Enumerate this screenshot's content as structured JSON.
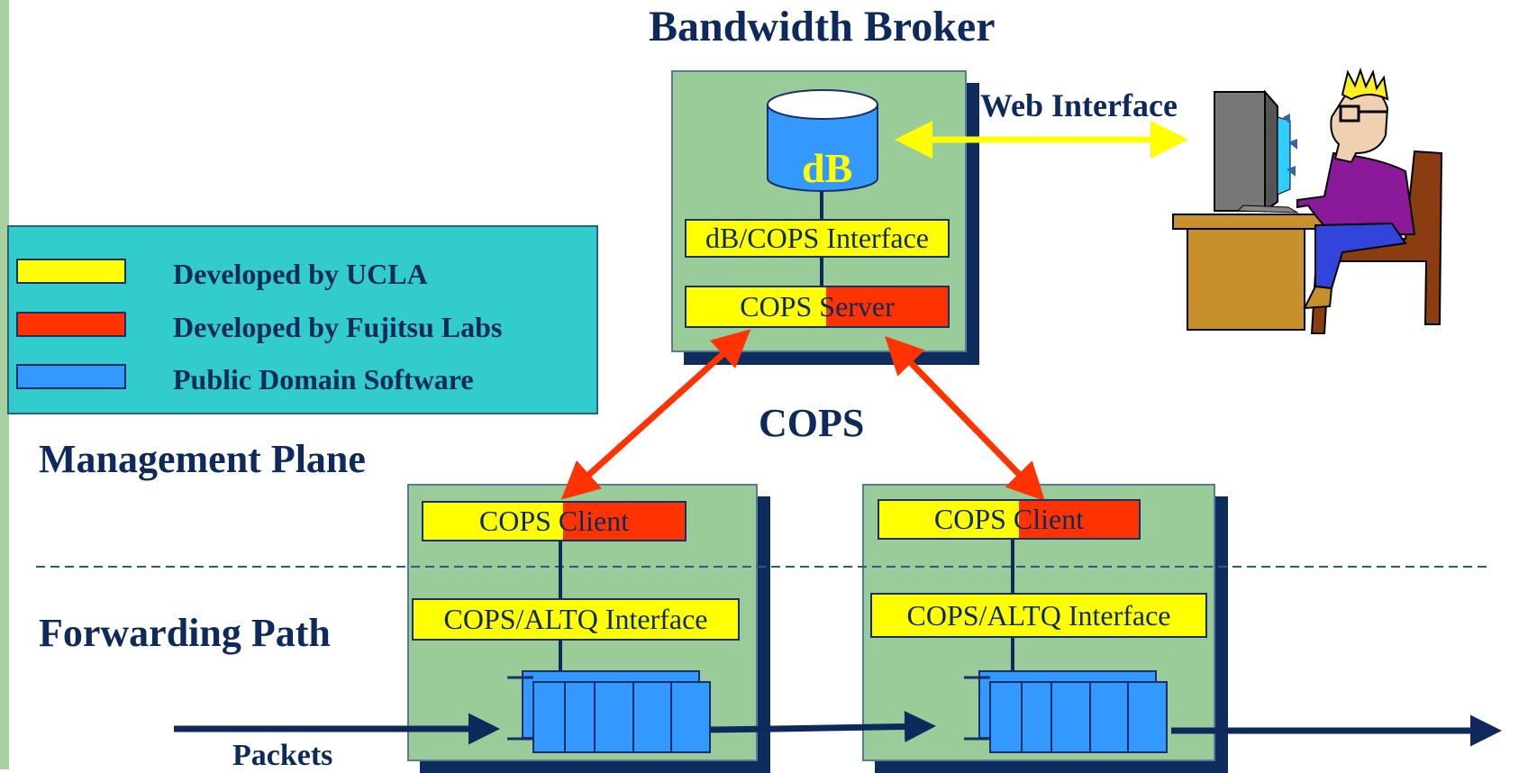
{
  "title": "Bandwidth Broker",
  "web_interface_label": "Web Interface",
  "db_label": "dB",
  "db_cops_interface": "dB/COPS Interface",
  "cops_server": "COPS Server",
  "cops_label": "COPS",
  "management_plane": "Management Plane",
  "forwarding_path": "Forwarding Path",
  "packets_label": "Packets",
  "left_router": {
    "client_label": "COPS Client",
    "altq_label": "COPS/ALTQ Interface"
  },
  "right_router": {
    "client_label": "COPS Client",
    "altq_label": "COPS/ALTQ Interface"
  },
  "legend": {
    "items": [
      {
        "label": "Developed by UCLA",
        "color": "#ffff00"
      },
      {
        "label": "Developed by Fujitsu Labs",
        "color": "#ff3300"
      },
      {
        "label": "Public Domain Software",
        "color": "#3399ff"
      }
    ]
  },
  "colors": {
    "box_fill": "#99cc99",
    "shadow": "#0f2c5e",
    "arrow_red": "#ff3300",
    "arrow_yellow": "#ffff00",
    "legend_fill": "#33cccc"
  },
  "icons": [
    "database-icon",
    "user-at-computer-icon",
    "queue-icon"
  ]
}
